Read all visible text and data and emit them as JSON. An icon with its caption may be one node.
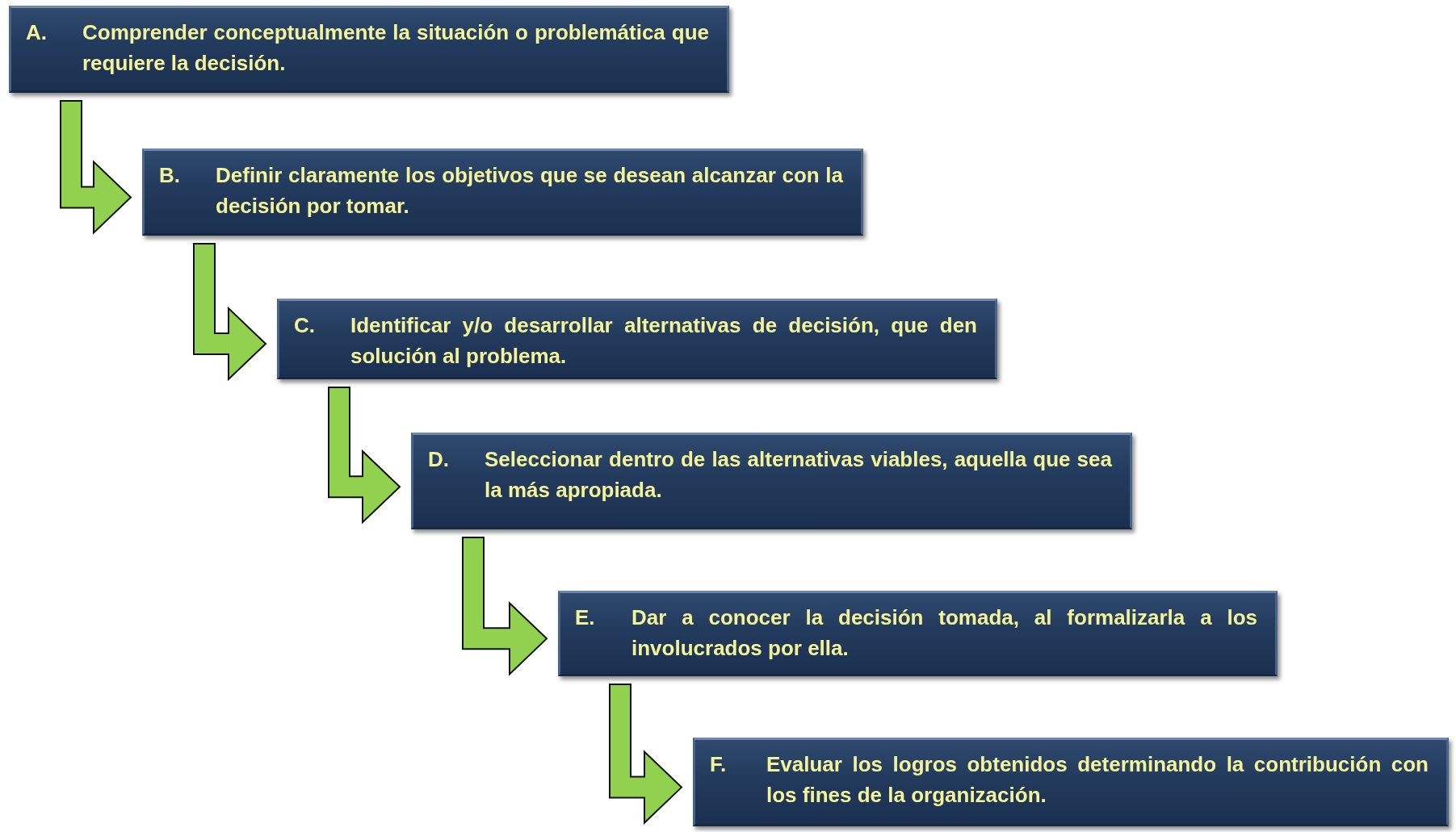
{
  "diagram": {
    "nodes": [
      {
        "text": [
          "A.",
          "Comprender conceptualmente la situación o problemática que requiere la decisión."
        ]
      },
      {
        "text": [
          "B.",
          "Definir claramente los objetivos que se desean alcanzar con la decisión por tomar."
        ]
      },
      {
        "text": [
          "C.",
          "Identificar y/o desarrollar alternativas de decisión, que den solución al problema."
        ]
      },
      {
        "text": [
          "D.",
          "Seleccionar dentro de las alternativas viables, aquella que sea la más apropiada."
        ]
      },
      {
        "text": [
          "E.",
          "Dar a conocer la decisión tomada, al formalizarla a los involucrados por ella."
        ]
      },
      {
        "text": [
          "F.",
          "Evaluar los logros obtenidos determinando la contribución con los fines de la organización."
        ]
      }
    ],
    "edges": [
      {
        "from": 0,
        "to": 1,
        "arrow": "to"
      },
      {
        "from": 1,
        "to": 2,
        "arrow": "to"
      },
      {
        "from": 2,
        "to": 3,
        "arrow": "to"
      },
      {
        "from": 3,
        "to": 4,
        "arrow": "to"
      },
      {
        "from": 4,
        "to": 5,
        "arrow": "to"
      }
    ]
  }
}
